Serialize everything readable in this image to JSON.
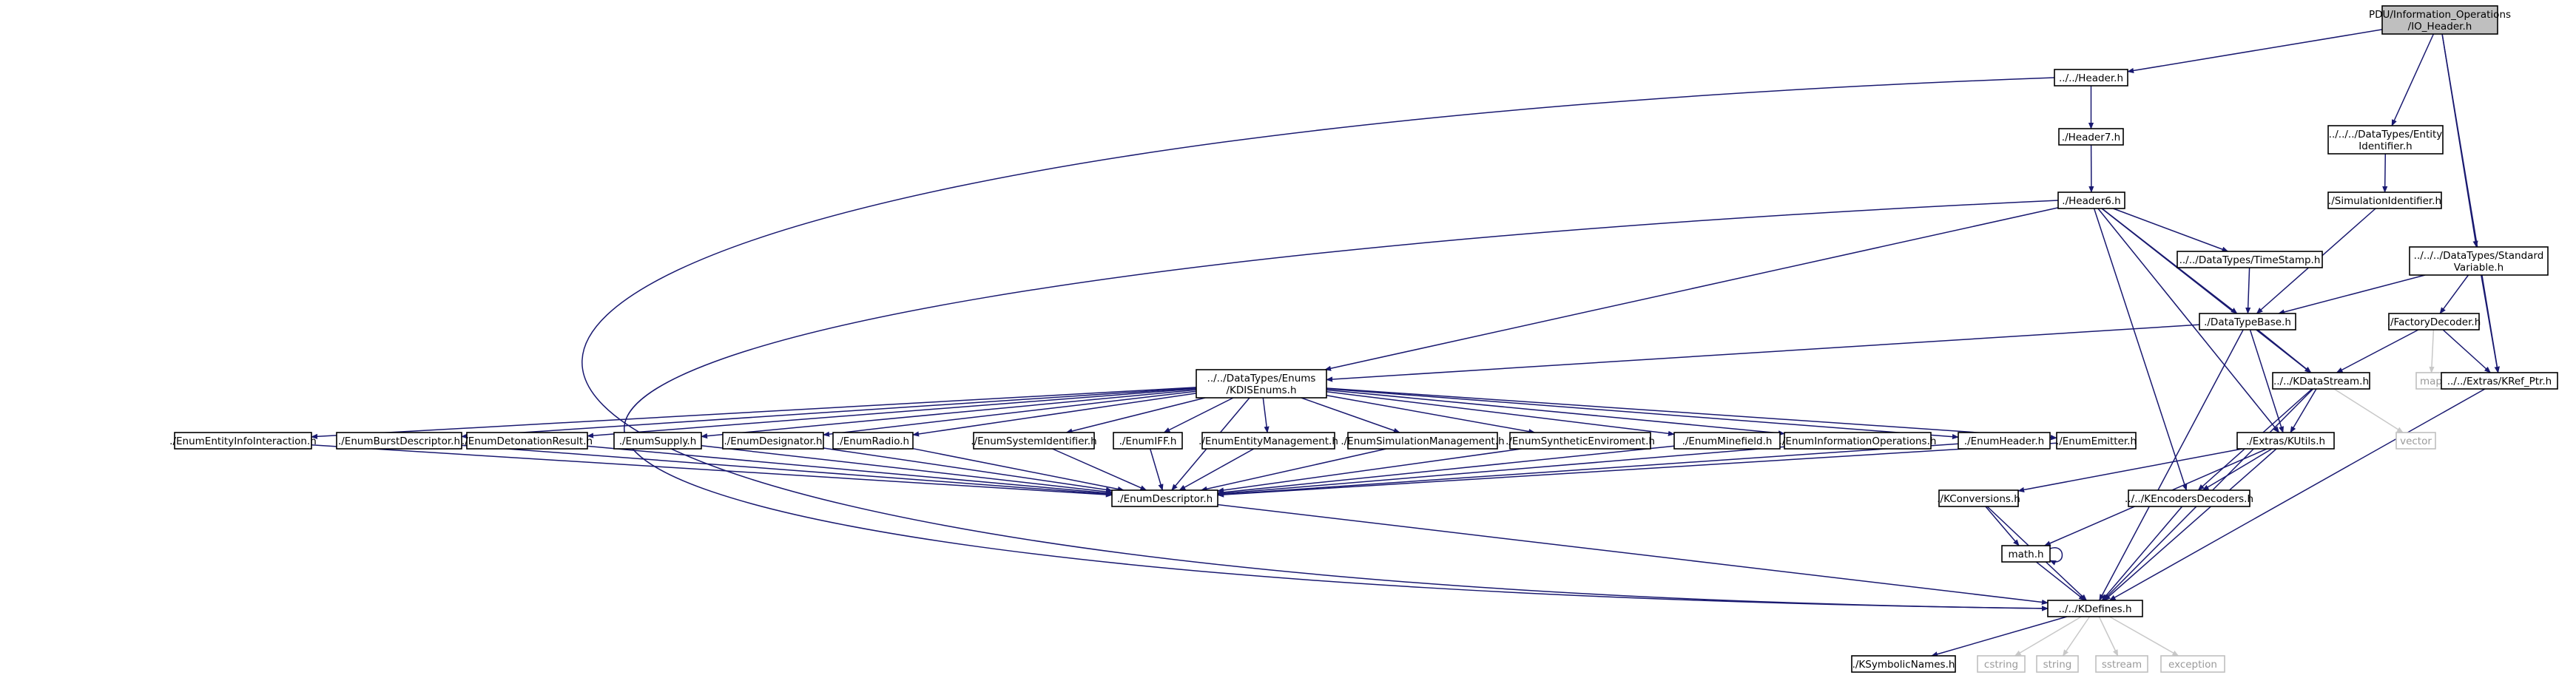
{
  "graph": {
    "nodes": [
      {
        "id": "root",
        "lines": [
          "PDU/Information_Operations",
          "/IO_Header.h"
        ],
        "kind": "root"
      },
      {
        "id": "header",
        "lines": [
          "../../Header.h"
        ]
      },
      {
        "id": "entityid",
        "lines": [
          "../../../DataTypes/Entity",
          "Identifier.h"
        ]
      },
      {
        "id": "header7",
        "lines": [
          "./Header7.h"
        ]
      },
      {
        "id": "simid",
        "lines": [
          "./SimulationIdentifier.h"
        ]
      },
      {
        "id": "header6",
        "lines": [
          "./Header6.h"
        ]
      },
      {
        "id": "timestamp",
        "lines": [
          "../../DataTypes/TimeStamp.h"
        ]
      },
      {
        "id": "stdvar",
        "lines": [
          "../../../DataTypes/Standard",
          "Variable.h"
        ]
      },
      {
        "id": "dtbase",
        "lines": [
          "./DataTypeBase.h"
        ]
      },
      {
        "id": "factory",
        "lines": [
          "./FactoryDecoder.h"
        ]
      },
      {
        "id": "enums",
        "lines": [
          "../../DataTypes/Enums",
          "/KDISEnums.h"
        ]
      },
      {
        "id": "map",
        "lines": [
          "map"
        ],
        "kind": "sys"
      },
      {
        "id": "kdatastream",
        "lines": [
          "../../KDataStream.h"
        ]
      },
      {
        "id": "kref",
        "lines": [
          "../../Extras/KRef_Ptr.h"
        ]
      },
      {
        "id": "vector",
        "lines": [
          "vector"
        ],
        "kind": "sys"
      },
      {
        "id": "e_info",
        "lines": [
          "./EnumEntityInfoInteraction.h"
        ]
      },
      {
        "id": "e_burst",
        "lines": [
          "./EnumBurstDescriptor.h"
        ]
      },
      {
        "id": "e_deton",
        "lines": [
          "./EnumDetonationResult.h"
        ]
      },
      {
        "id": "e_supply",
        "lines": [
          "./EnumSupply.h"
        ]
      },
      {
        "id": "e_desig",
        "lines": [
          "./EnumDesignator.h"
        ]
      },
      {
        "id": "e_radio",
        "lines": [
          "./EnumRadio.h"
        ]
      },
      {
        "id": "e_sysid",
        "lines": [
          "./EnumSystemIdentifier.h"
        ]
      },
      {
        "id": "e_iff",
        "lines": [
          "./EnumIFF.h"
        ]
      },
      {
        "id": "e_entmgmt",
        "lines": [
          "./EnumEntityManagement.h"
        ]
      },
      {
        "id": "e_simmgmt",
        "lines": [
          "./EnumSimulationManagement.h"
        ]
      },
      {
        "id": "e_synth",
        "lines": [
          "./EnumSyntheticEnviroment.h"
        ]
      },
      {
        "id": "e_mine",
        "lines": [
          "./EnumMinefield.h"
        ]
      },
      {
        "id": "e_infoops",
        "lines": [
          "./EnumInformationOperations.h"
        ]
      },
      {
        "id": "e_header",
        "lines": [
          "./EnumHeader.h"
        ]
      },
      {
        "id": "e_emitter",
        "lines": [
          "./EnumEmitter.h"
        ]
      },
      {
        "id": "kutils",
        "lines": [
          "./Extras/KUtils.h"
        ]
      },
      {
        "id": "enumdesc",
        "lines": [
          "./EnumDescriptor.h"
        ]
      },
      {
        "id": "kconv",
        "lines": [
          "./KConversions.h"
        ]
      },
      {
        "id": "kencdec",
        "lines": [
          "../../KEncodersDecoders.h"
        ]
      },
      {
        "id": "math",
        "lines": [
          "math.h"
        ]
      },
      {
        "id": "kdefines",
        "lines": [
          "../../KDefines.h"
        ]
      },
      {
        "id": "ksymbolic",
        "lines": [
          "./KSymbolicNames.h"
        ]
      },
      {
        "id": "cstring",
        "lines": [
          "cstring"
        ],
        "kind": "sys"
      },
      {
        "id": "string",
        "lines": [
          "string"
        ],
        "kind": "sys"
      },
      {
        "id": "sstream",
        "lines": [
          "sstream"
        ],
        "kind": "sys"
      },
      {
        "id": "exception",
        "lines": [
          "exception"
        ],
        "kind": "sys"
      }
    ],
    "edges": [
      [
        "root",
        "header"
      ],
      [
        "root",
        "entityid"
      ],
      [
        "root",
        "stdvar"
      ],
      [
        "root",
        "kref"
      ],
      [
        "header",
        "header7"
      ],
      [
        "header",
        "kdefines"
      ],
      [
        "entityid",
        "simid"
      ],
      [
        "simid",
        "dtbase"
      ],
      [
        "header7",
        "header6"
      ],
      [
        "header6",
        "timestamp"
      ],
      [
        "header6",
        "dtbase"
      ],
      [
        "header6",
        "enums"
      ],
      [
        "header6",
        "kdatastream"
      ],
      [
        "header6",
        "kutils"
      ],
      [
        "header6",
        "kencdec"
      ],
      [
        "header6",
        "kdefines"
      ],
      [
        "timestamp",
        "dtbase"
      ],
      [
        "stdvar",
        "dtbase"
      ],
      [
        "stdvar",
        "factory"
      ],
      [
        "stdvar",
        "kref"
      ],
      [
        "factory",
        "map"
      ],
      [
        "factory",
        "kdatastream"
      ],
      [
        "factory",
        "kref"
      ],
      [
        "dtbase",
        "enums"
      ],
      [
        "dtbase",
        "kdatastream"
      ],
      [
        "dtbase",
        "kutils"
      ],
      [
        "dtbase",
        "kdefines"
      ],
      [
        "kdatastream",
        "vector"
      ],
      [
        "kdatastream",
        "kutils"
      ],
      [
        "kdatastream",
        "kencdec"
      ],
      [
        "kdatastream",
        "kdefines"
      ],
      [
        "kref",
        "kdefines"
      ],
      [
        "enums",
        "e_info"
      ],
      [
        "enums",
        "e_burst"
      ],
      [
        "enums",
        "e_deton"
      ],
      [
        "enums",
        "e_supply"
      ],
      [
        "enums",
        "e_desig"
      ],
      [
        "enums",
        "e_radio"
      ],
      [
        "enums",
        "e_sysid"
      ],
      [
        "enums",
        "e_iff"
      ],
      [
        "enums",
        "e_entmgmt"
      ],
      [
        "enums",
        "e_simmgmt"
      ],
      [
        "enums",
        "e_synth"
      ],
      [
        "enums",
        "e_mine"
      ],
      [
        "enums",
        "e_infoops"
      ],
      [
        "enums",
        "e_header"
      ],
      [
        "enums",
        "e_emitter"
      ],
      [
        "enums",
        "enumdesc"
      ],
      [
        "e_info",
        "enumdesc"
      ],
      [
        "e_burst",
        "enumdesc"
      ],
      [
        "e_deton",
        "enumdesc"
      ],
      [
        "e_supply",
        "enumdesc"
      ],
      [
        "e_desig",
        "enumdesc"
      ],
      [
        "e_radio",
        "enumdesc"
      ],
      [
        "e_sysid",
        "enumdesc"
      ],
      [
        "e_iff",
        "enumdesc"
      ],
      [
        "e_entmgmt",
        "enumdesc"
      ],
      [
        "e_simmgmt",
        "enumdesc"
      ],
      [
        "e_synth",
        "enumdesc"
      ],
      [
        "e_mine",
        "enumdesc"
      ],
      [
        "e_infoops",
        "enumdesc"
      ],
      [
        "e_header",
        "enumdesc"
      ],
      [
        "e_emitter",
        "enumdesc"
      ],
      [
        "enumdesc",
        "kdefines"
      ],
      [
        "kutils",
        "kconv"
      ],
      [
        "kutils",
        "kencdec"
      ],
      [
        "kutils",
        "math"
      ],
      [
        "kutils",
        "kdefines"
      ],
      [
        "kconv",
        "math"
      ],
      [
        "kconv",
        "kdefines"
      ],
      [
        "kencdec",
        "kdefines"
      ],
      [
        "math",
        "math"
      ],
      [
        "math",
        "kdefines"
      ],
      [
        "kdefines",
        "ksymbolic"
      ],
      [
        "kdefines",
        "cstring"
      ],
      [
        "kdefines",
        "string"
      ],
      [
        "kdefines",
        "sstream"
      ],
      [
        "kdefines",
        "exception"
      ]
    ]
  }
}
